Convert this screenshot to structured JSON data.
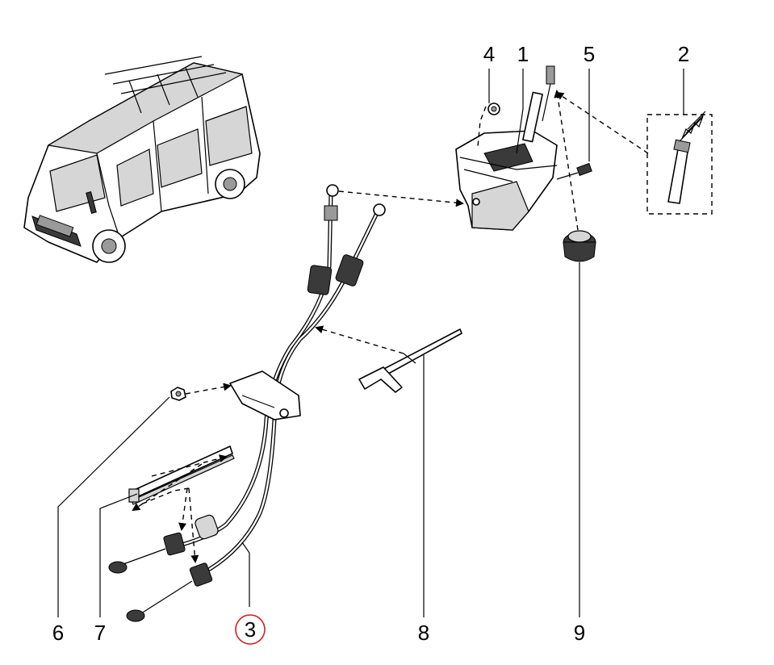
{
  "callouts": {
    "c1": "1",
    "c2": "2",
    "c3": "3",
    "c4": "4",
    "c5": "5",
    "c6": "6",
    "c7": "7",
    "c8": "8",
    "c9": "9"
  },
  "highlight_color": "#d22020"
}
